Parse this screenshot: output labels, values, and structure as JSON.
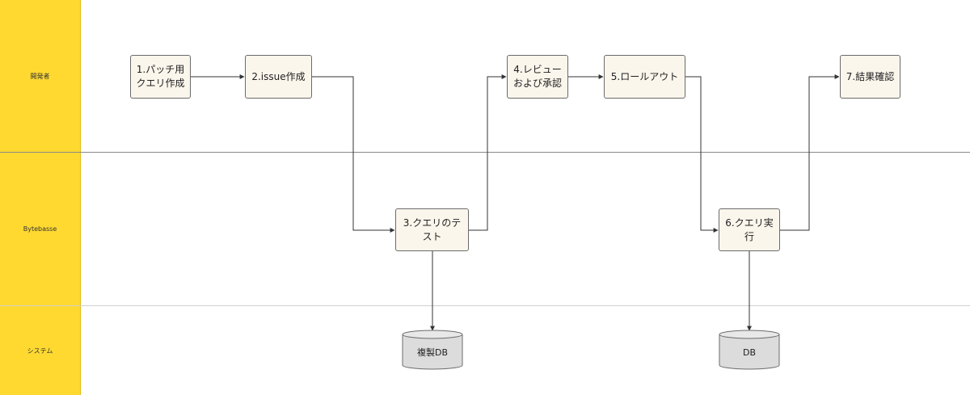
{
  "lanes": [
    {
      "id": "dev",
      "label": "開発者"
    },
    {
      "id": "bytebase",
      "label": "Bytebasse"
    },
    {
      "id": "system",
      "label": "システム"
    }
  ],
  "nodes": [
    {
      "id": "n1",
      "label": "1.パッチ用クエリ作成"
    },
    {
      "id": "n2",
      "label": "2.issue作成"
    },
    {
      "id": "n3",
      "label": "3.クエリのテスト"
    },
    {
      "id": "n4",
      "label": "4.レビューおよび承認"
    },
    {
      "id": "n5",
      "label": "5.ロールアウト"
    },
    {
      "id": "n6",
      "label": "6.クエリ実行"
    },
    {
      "id": "n7",
      "label": "7.結果確認"
    }
  ],
  "databases": [
    {
      "id": "db1",
      "label": "複製DB"
    },
    {
      "id": "db2",
      "label": "DB"
    }
  ],
  "colors": {
    "lane_header": "#ffd930",
    "node_fill": "#fbf6ec",
    "node_border": "#6b6b6b",
    "db_fill": "#dcdcdc",
    "edge": "#333333"
  }
}
